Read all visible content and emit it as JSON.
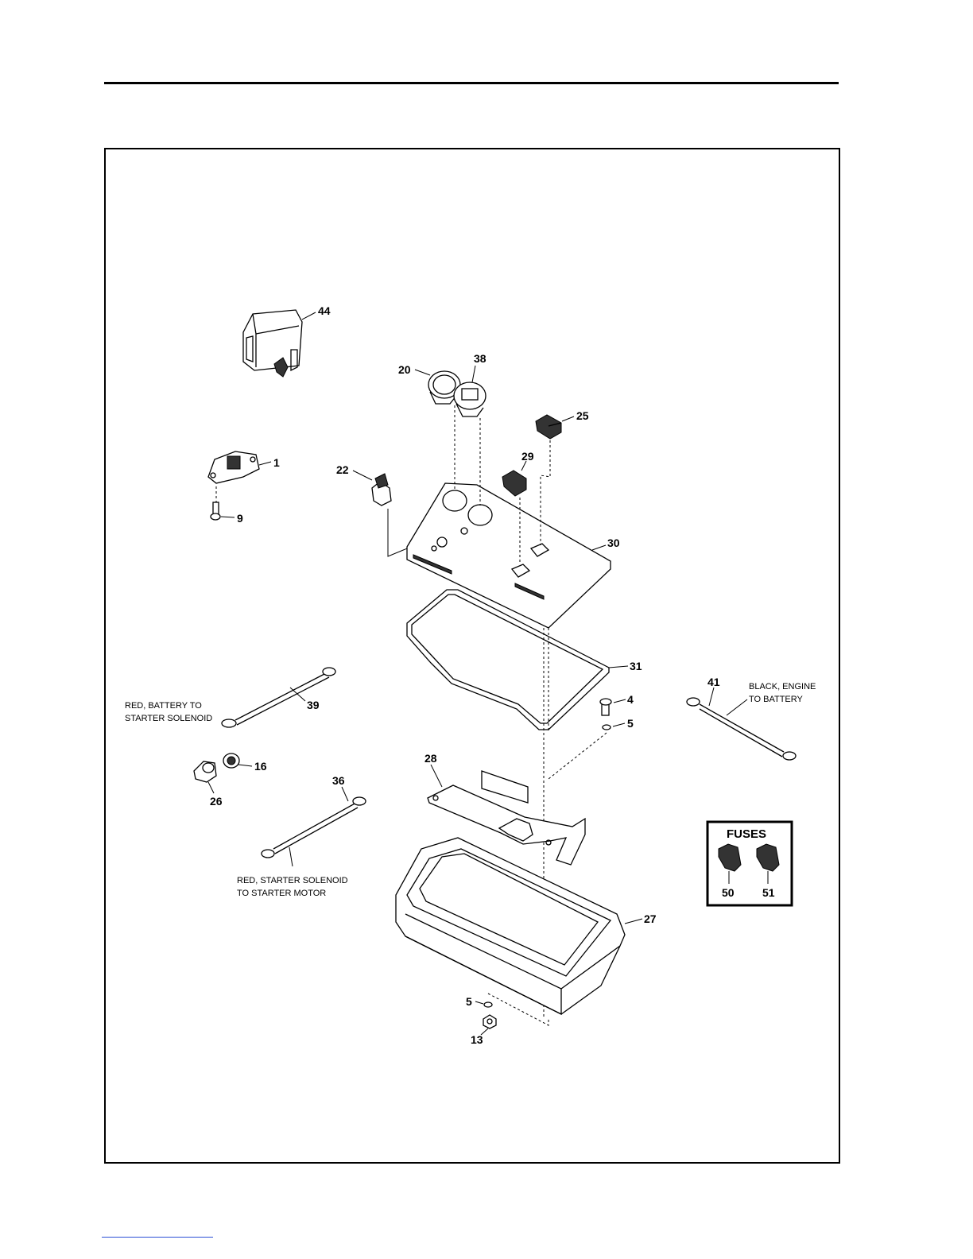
{
  "callouts": {
    "c44": "44",
    "c20": "20",
    "c38": "38",
    "c25": "25",
    "c1": "1",
    "c22": "22",
    "c29": "29",
    "c9": "9",
    "c30": "30",
    "c31": "31",
    "c41": "41",
    "c4": "4",
    "c5a": "5",
    "c39": "39",
    "c16": "16",
    "c28": "28",
    "c36": "36",
    "c26": "26",
    "c27": "27",
    "c5b": "5",
    "c13": "13",
    "c50": "50",
    "c51": "51"
  },
  "notes": {
    "battery_solenoid_l1": "RED, BATTERY TO",
    "battery_solenoid_l2": "STARTER SOLENOID",
    "engine_battery_l1": "BLACK, ENGINE",
    "engine_battery_l2": "TO BATTERY",
    "solenoid_motor_l1": "RED, STARTER SOLENOID",
    "solenoid_motor_l2": "TO STARTER MOTOR"
  },
  "fuses": {
    "title": "FUSES"
  }
}
